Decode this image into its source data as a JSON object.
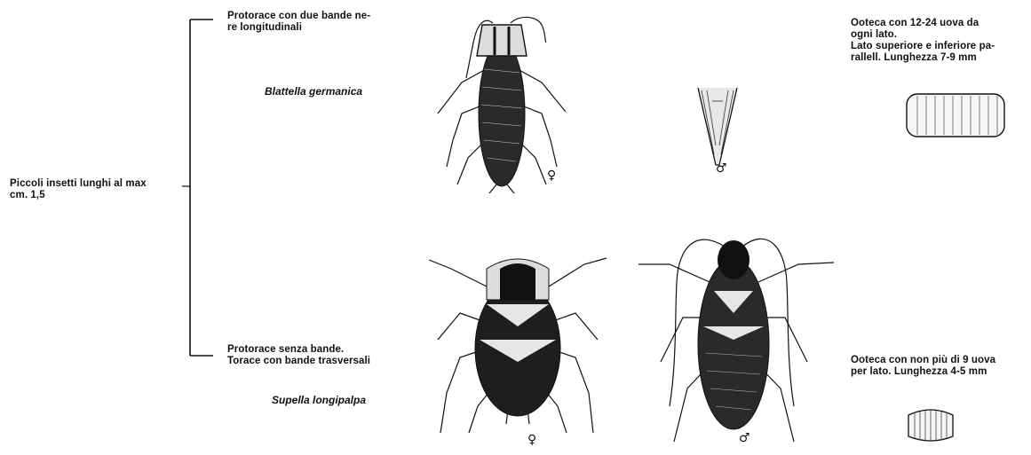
{
  "root": {
    "label": "Piccoli insetti lunghi al max\ncm. 1,5"
  },
  "branch_top": {
    "label": "Protorace con due bande ne-\nre longitudinali",
    "species": "Blattella germanica",
    "female_symbol": "♀",
    "male_symbol": "♂",
    "ootheca_text": "Ooteca con 12-24 uova da\nogni lato.\nLato superiore e inferiore pa-\nrallell. Lunghezza 7-9 mm"
  },
  "branch_bottom": {
    "label": "Protorace senza bande.\nTorace con bande trasversali",
    "species": "Supella longipalpa",
    "female_symbol": "♀",
    "male_symbol": "♂",
    "ootheca_text": "Ooteca con non più di 9 uova\nper lato. Lunghezza 4-5 mm"
  },
  "icons": {
    "cockroach_1": "cockroach-female-germanica-icon",
    "abdomen_tip": "male-abdomen-tip-icon",
    "ootheca_1": "ootheca-large-icon",
    "cockroach_2": "cockroach-female-supella-icon",
    "cockroach_3": "cockroach-male-supella-icon",
    "ootheca_2": "ootheca-small-icon"
  }
}
